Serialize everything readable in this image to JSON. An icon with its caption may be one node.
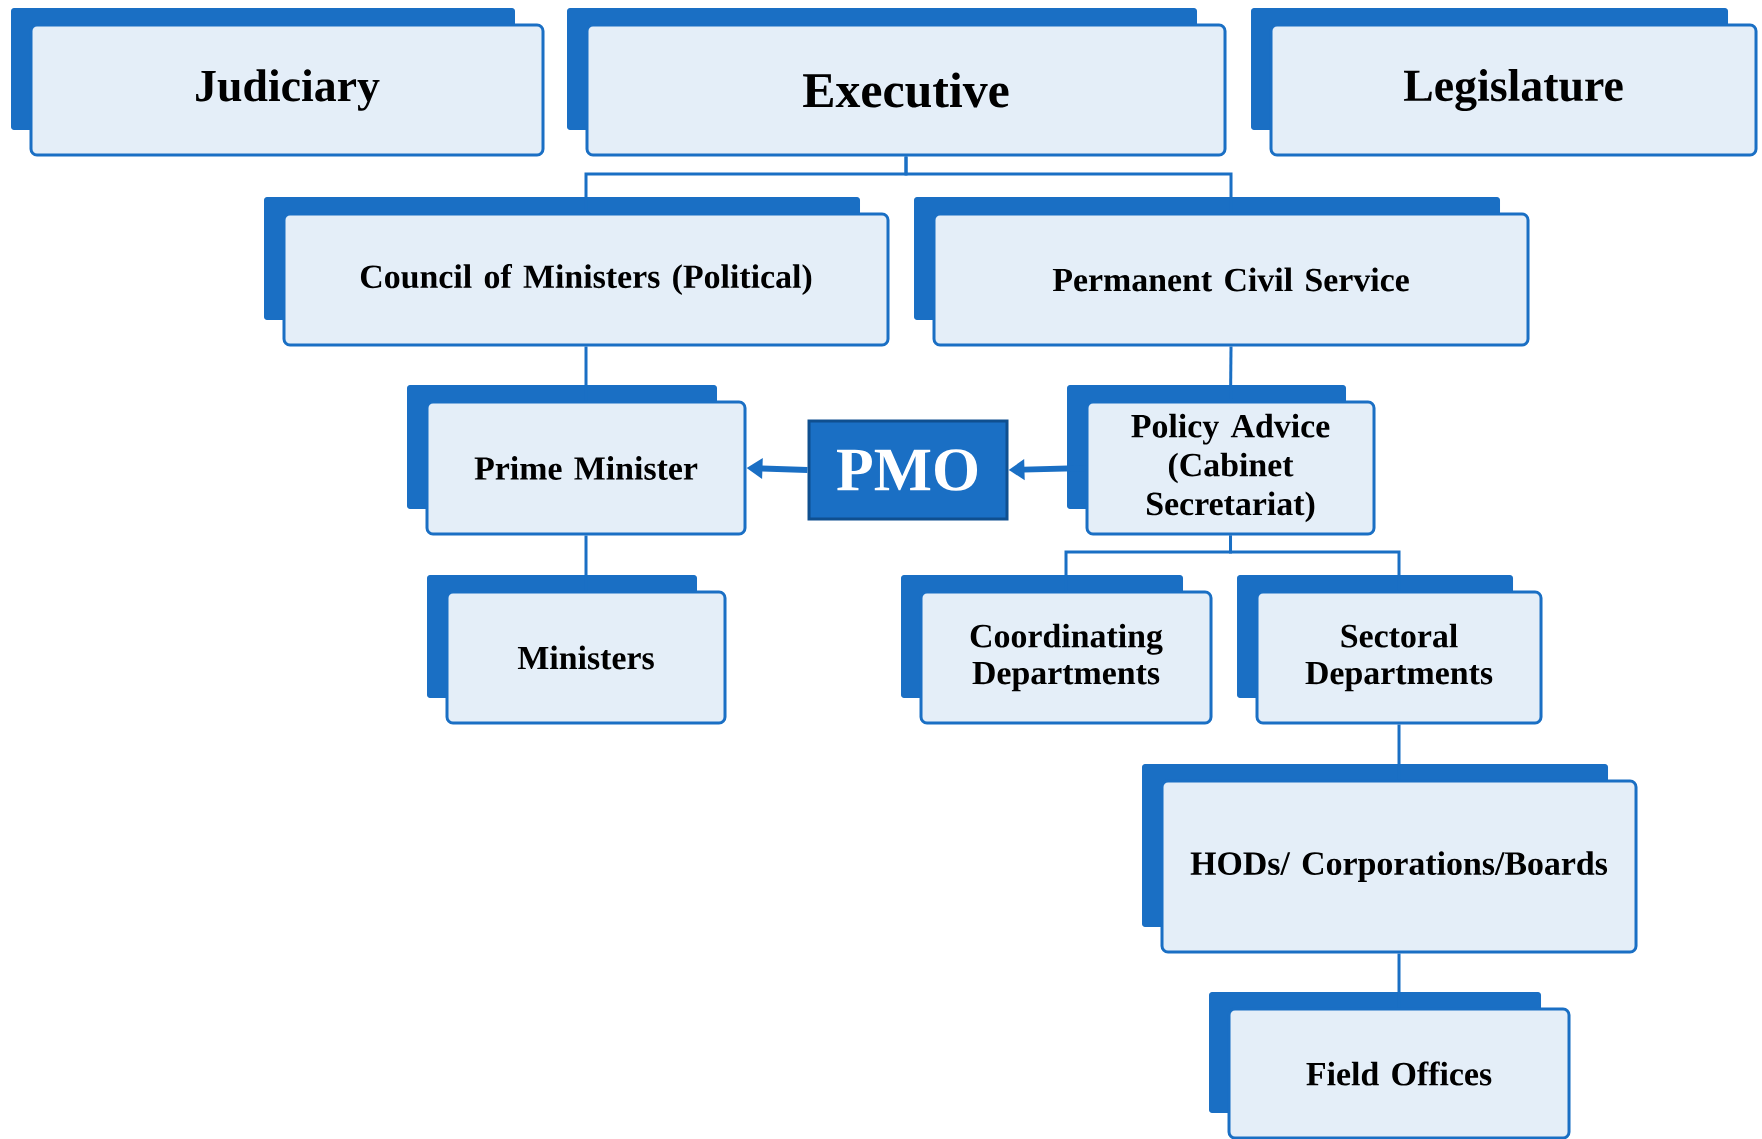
{
  "diagram": {
    "nodes": [
      {
        "text": [
          "Judiciary"
        ]
      },
      {
        "text": [
          "Executive"
        ]
      },
      {
        "text": [
          "Legislature"
        ]
      },
      {
        "text": [
          "Council of Ministers (Political)"
        ]
      },
      {
        "text": [
          "Permanent Civil Service"
        ]
      },
      {
        "text": [
          "Prime Minister"
        ]
      },
      {
        "text": [
          "PMO"
        ]
      },
      {
        "text": [
          "Policy Advice (Cabinet Secretariat)"
        ]
      },
      {
        "text": [
          "Ministers"
        ]
      },
      {
        "text": [
          "Coordinating Departments"
        ]
      },
      {
        "text": [
          "Sectoral Departments"
        ]
      },
      {
        "text": [
          "HODs/ Corporations/Boards"
        ]
      },
      {
        "text": [
          "Field Offices"
        ]
      }
    ],
    "edges": [
      {
        "from": 1,
        "to": 3,
        "arrow": "none"
      },
      {
        "from": 1,
        "to": 4,
        "arrow": "none"
      },
      {
        "from": 3,
        "to": 5,
        "arrow": "none"
      },
      {
        "from": 4,
        "to": 7,
        "arrow": "none"
      },
      {
        "from": 6,
        "to": 5,
        "arrow": "to",
        "style": "thick"
      },
      {
        "from": 7,
        "to": 6,
        "arrow": "to",
        "style": "thick"
      },
      {
        "from": 5,
        "to": 8,
        "arrow": "none"
      },
      {
        "from": 7,
        "to": 9,
        "arrow": "none"
      },
      {
        "from": 7,
        "to": 10,
        "arrow": "none"
      },
      {
        "from": 10,
        "to": 11,
        "arrow": "none"
      },
      {
        "from": 11,
        "to": 12,
        "arrow": "none"
      }
    ]
  }
}
